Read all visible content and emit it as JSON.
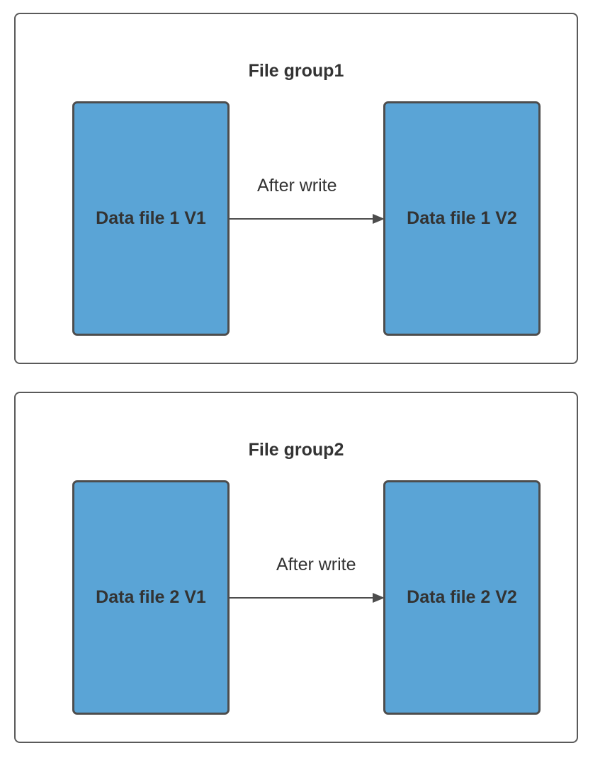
{
  "colors": {
    "box_fill": "#5aa4d6",
    "box_border": "#4d4d4d",
    "group_border": "#5a5a5a",
    "text": "#333333",
    "arrow": "#4d4d4d"
  },
  "groups": [
    {
      "title": "File group1",
      "source": "Data file 1 V1",
      "target": "Data file 1 V2",
      "edge_label": "After write"
    },
    {
      "title": "File group2",
      "source": "Data file 2 V1",
      "target": "Data file 2 V2",
      "edge_label": "After write"
    }
  ]
}
